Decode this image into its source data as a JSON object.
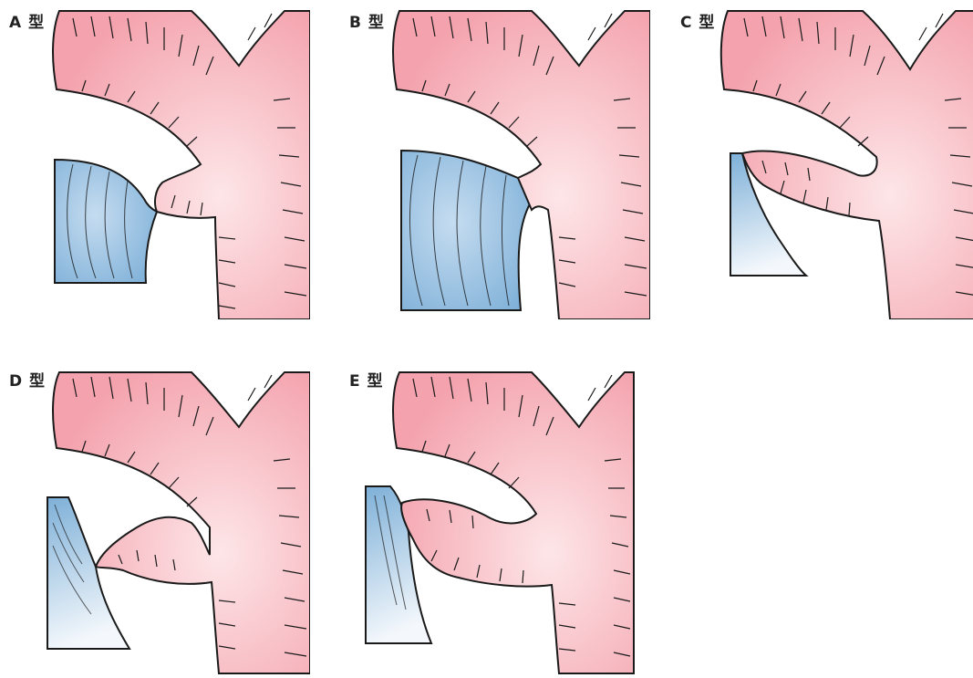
{
  "panels": [
    {
      "label": "A 型"
    },
    {
      "label": "B 型"
    },
    {
      "label": "C 型"
    },
    {
      "label": "D 型"
    },
    {
      "label": "E 型"
    }
  ],
  "colors": {
    "vessel_pink": "#f5a3ad",
    "vessel_pink_light": "#fde6e8",
    "airway_blue": "#7eb0d8",
    "airway_blue_light": "#eaf2fa",
    "outline": "#1a1a1a"
  }
}
